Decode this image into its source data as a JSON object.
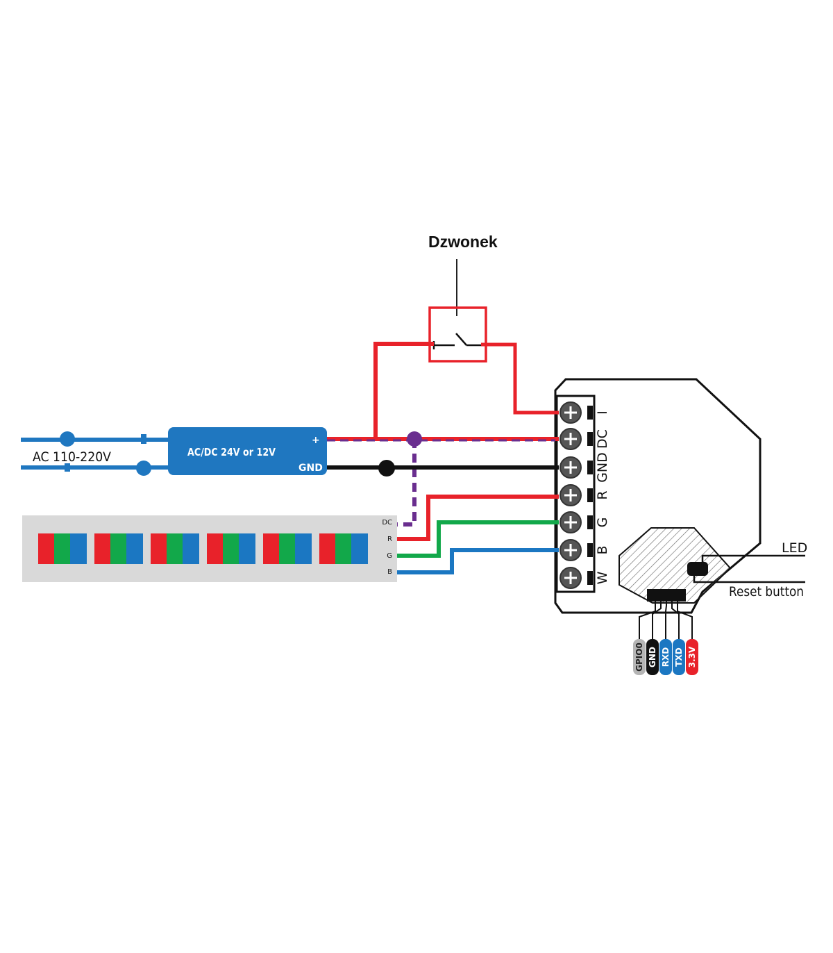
{
  "switch": {
    "label": "Dzwonek"
  },
  "mains": {
    "label": "AC 110-220V"
  },
  "psu": {
    "label": "AC/DC 24V or 12V",
    "plus_label": "+",
    "gnd_label": "GND"
  },
  "strip": {
    "pins": [
      "DC",
      "R",
      "G",
      "B"
    ]
  },
  "controller": {
    "terminals": [
      "I",
      "DC",
      "GND",
      "R",
      "G",
      "B",
      "W"
    ]
  },
  "side_labels": {
    "led": "LED",
    "reset": "Reset button"
  },
  "header_pins": [
    "GPIO0",
    "GND",
    "RXD",
    "TXD",
    "3.3V"
  ],
  "colors": {
    "wire_red": "#e8222a",
    "wire_black": "#111111",
    "wire_green": "#12a84a",
    "wire_blue": "#1b77c2",
    "wire_purple": "#6a2e8f",
    "psu_blue": "#1f77c0",
    "strip_bg": "#d9d9d9",
    "pin_gpio": "#b5b5b5",
    "pin_gnd": "#111111",
    "pin_rxd": "#1b77c2",
    "pin_txd": "#1b77c2",
    "pin_33v": "#e8222a"
  },
  "icons": [
    "switch-contact-icon",
    "screw-terminal-icon",
    "led-indicator-icon"
  ]
}
